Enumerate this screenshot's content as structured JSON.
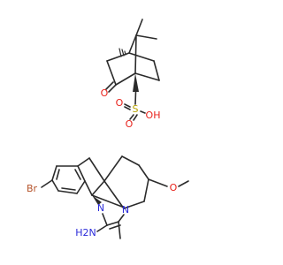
{
  "colors": {
    "bond": "#2b2b2b",
    "oxygen": "#e8231c",
    "sulfur": "#b8a400",
    "nitrogen": "#2b2bd9",
    "bromine": "#b5532a"
  },
  "labels": {
    "ketone_o": "O",
    "sulfur": "S",
    "sulfonyl_o_top": "O",
    "sulfonyl_o_bottom": "O",
    "hydroxyl": "OH",
    "bromine": "Br",
    "methoxy_o": "O",
    "ring_n1": "N",
    "ring_n2": "N",
    "amine": "H2N"
  }
}
